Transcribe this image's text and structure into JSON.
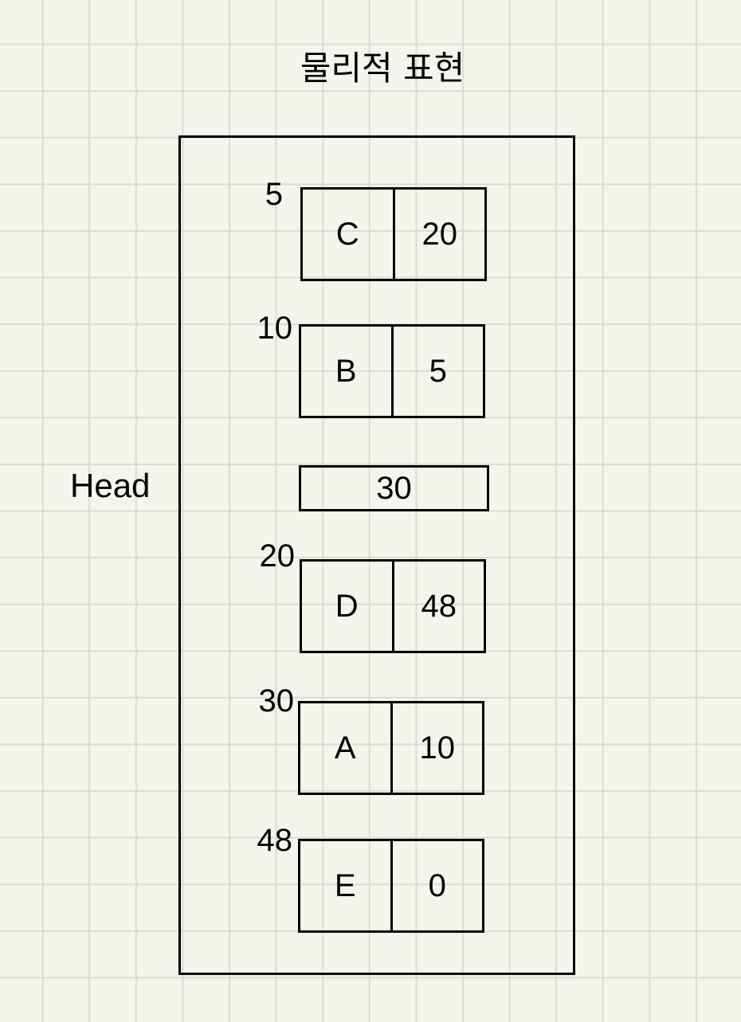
{
  "title": "물리적 표현",
  "head": {
    "label": "Head",
    "value": "30"
  },
  "nodes": [
    {
      "address": "5",
      "data": "C",
      "next": "20"
    },
    {
      "address": "10",
      "data": "B",
      "next": "5"
    },
    {
      "address": "20",
      "data": "D",
      "next": "48"
    },
    {
      "address": "30",
      "data": "A",
      "next": "10"
    },
    {
      "address": "48",
      "data": "E",
      "next": "0"
    }
  ]
}
